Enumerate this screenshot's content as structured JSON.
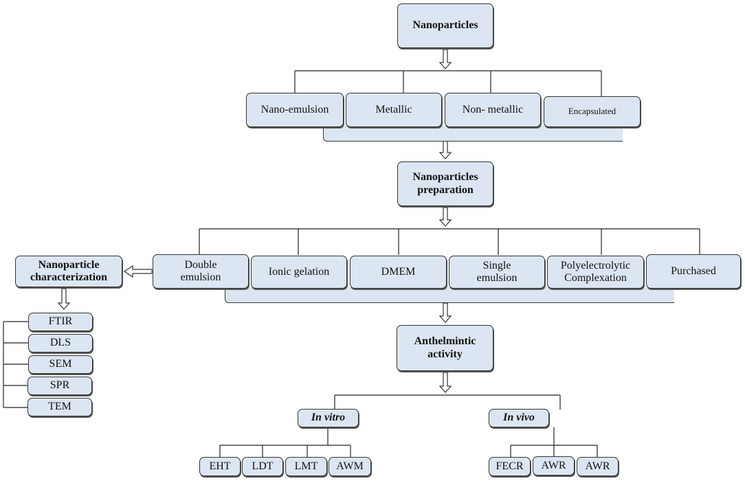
{
  "root": "Nanoparticles",
  "types": [
    "Nano-emulsion",
    "Metallic",
    "Non- metallic",
    "Encapsulated"
  ],
  "preparation": {
    "line1": "Nanoparticles",
    "line2": "preparation"
  },
  "methods": [
    {
      "line1": "Double",
      "line2": "emulsion"
    },
    {
      "line1": "Ionic gelation",
      "line2": ""
    },
    {
      "line1": "DMEM",
      "line2": ""
    },
    {
      "line1": "Single",
      "line2": "emulsion"
    },
    {
      "line1": "Polyelectrolytic",
      "line2": "Complexation"
    },
    {
      "line1": "Purchased",
      "line2": ""
    }
  ],
  "characterization": {
    "line1": "Nanoparticle",
    "line2": "characterization",
    "techniques": [
      "FTIR",
      "DLS",
      "SEM",
      "SPR",
      "TEM"
    ]
  },
  "activity": {
    "line1": "Anthelmintic",
    "line2": "activity"
  },
  "in_vitro": {
    "label": "In vitro",
    "tests": [
      "EHT",
      "LDT",
      "LMT",
      "AWM"
    ]
  },
  "in_vivo": {
    "label": "In vivo",
    "tests": [
      "FECR",
      "AWR",
      "AWR"
    ]
  },
  "colors": {
    "box_fill": "#dce6f2",
    "border": "#333333"
  }
}
